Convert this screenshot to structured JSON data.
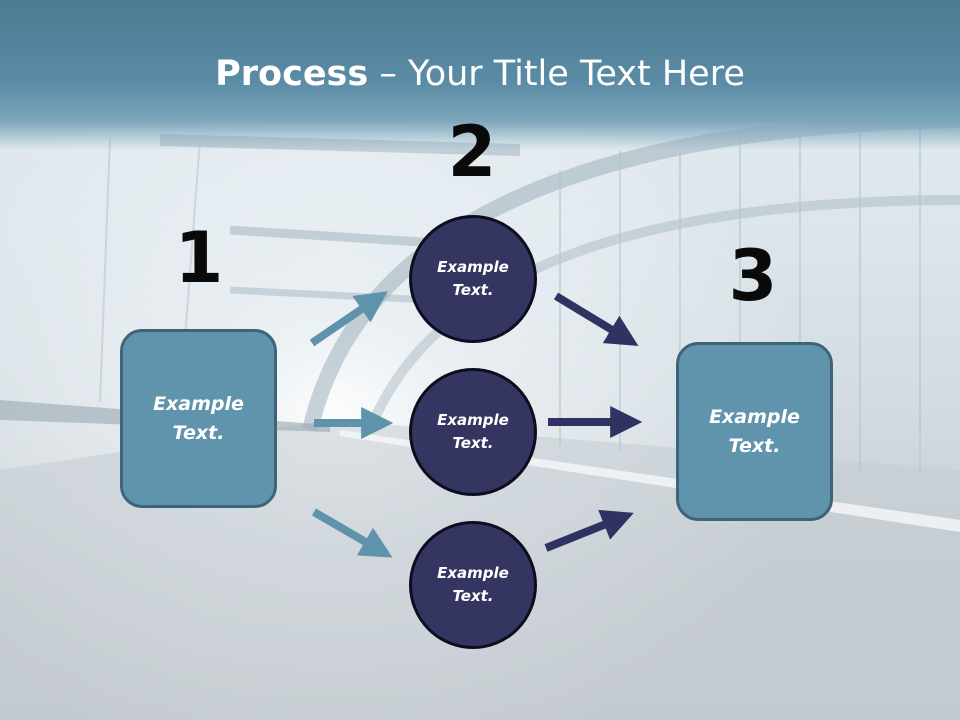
{
  "title": {
    "bold": "Process",
    "rest": " – Your Title Text Here"
  },
  "steps": {
    "one": {
      "number": "1",
      "label": "Example Text."
    },
    "two": {
      "number": "2"
    },
    "three": {
      "number": "3",
      "label": "Example Text."
    }
  },
  "circles": [
    {
      "label": "Example Text."
    },
    {
      "label": "Example Text."
    },
    {
      "label": "Example Text."
    }
  ],
  "colors": {
    "box_fill": "#6094ad",
    "circle_fill": "#353562",
    "left_arrow": "#5e93ab",
    "right_arrow": "#323262",
    "title_bar": "#5b8ca5"
  }
}
